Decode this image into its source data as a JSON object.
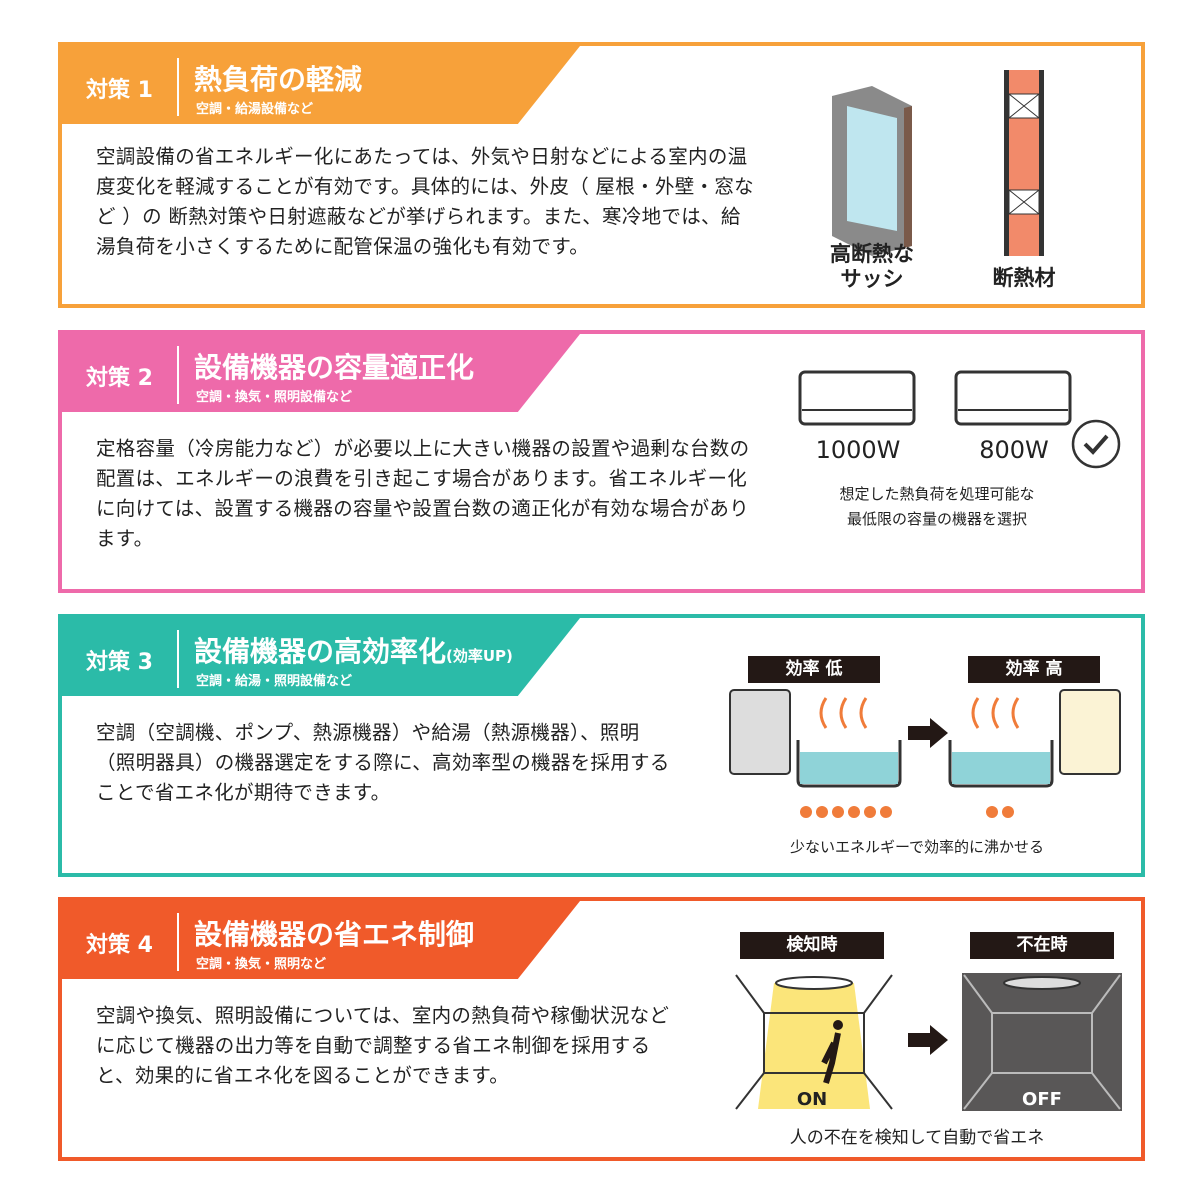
{
  "colors": {
    "s1": "#F7A13A",
    "s2": "#EE6AAA",
    "s3": "#2BBBA8",
    "s4": "#F05A2A"
  },
  "sections": [
    {
      "num": "対策 1",
      "title": "熱負荷の軽減",
      "subtitle": "空調・給湯設備など",
      "body": "空調設備の省エネルギー化にあたっては、外気や日射などによる室内の温度変化を軽減することが有効です。具体的には、外皮（ 屋根・外壁・窓など ）の 断熱対策や日射遮蔽などが挙げられます。また、寒冷地では、給湯負荷を小さくするために配管保温の強化も有効です。",
      "labels": [
        "高断熱な\nサッシ",
        "断熱材"
      ]
    },
    {
      "num": "対策 2",
      "title": "設備機器の容量適正化",
      "subtitle": "空調・換気・照明設備など",
      "body": "定格容量（冷房能力など）が必要以上に大きい機器の設置や過剰な台数の配置は、エネルギーの浪費を引き起こす場合があります。省エネルギー化に向けては、設置する機器の容量や設置台数の適正化が有効な場合があります。",
      "labels": [
        "1000W",
        "800W"
      ],
      "caption": "想定した熱負荷を処理可能な\n最低限の容量の機器を選択"
    },
    {
      "num": "対策 3",
      "title": "設備機器の高効率化",
      "title_suffix": "(効率UP)",
      "subtitle": "空調・給湯・照明設備など",
      "body": "空調（空調機、ポンプ、熱源機器）や給湯（熱源機器）、照明（照明器具）の機器選定をする際に、高効率型の機器を採用することで省エネ化が期待できます。",
      "labels": [
        "効率 低",
        "効率 高"
      ],
      "caption": "少ないエネルギーで効率的に沸かせる"
    },
    {
      "num": "対策 4",
      "title": "設備機器の省エネ制御",
      "subtitle": "空調・換気・照明など",
      "body": "空調や換気、照明設備については、室内の熱負荷や稼働状況などに応じて機器の出力等を自動で調整する省エネ制御を採用すると、効果的に省エネ化を図ることができます。",
      "labels": [
        "検知時",
        "不在時"
      ],
      "states": [
        "ON",
        "OFF"
      ],
      "caption": "人の不在を検知して自動で省エネ"
    }
  ]
}
